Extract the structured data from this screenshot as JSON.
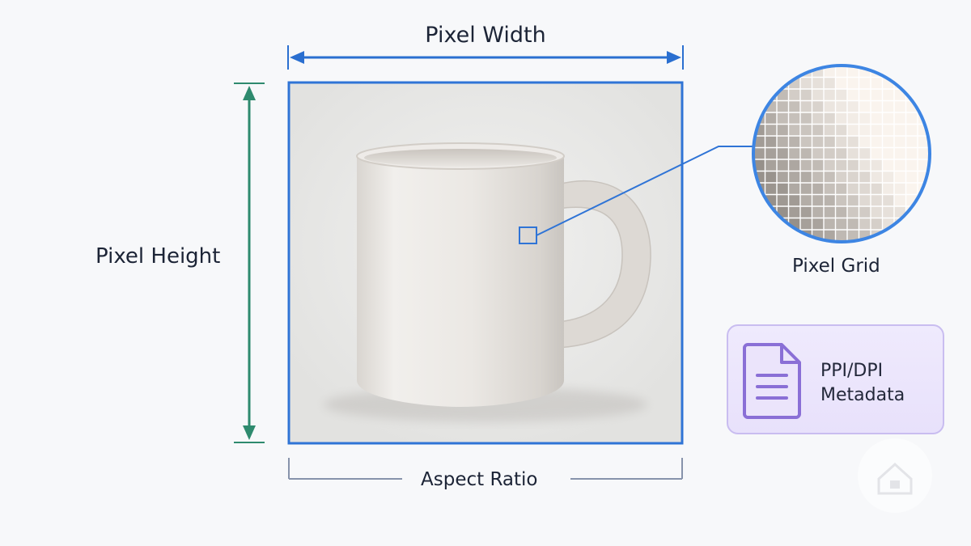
{
  "labels": {
    "pixel_width": "Pixel Width",
    "pixel_height": "Pixel Height",
    "pixel_grid": "Pixel Grid",
    "aspect_ratio": "Aspect Ratio",
    "metadata_line1": "PPI/DPI",
    "metadata_line2": "Metadata"
  },
  "colors": {
    "width_accent": "#2a6fd0",
    "height_accent": "#2e8a6e",
    "frame": "#2f74d6",
    "aspect_bracket": "#8793ab",
    "metadata_card": "#e9e3fb",
    "metadata_icon": "#8a6fd6"
  },
  "icons": {
    "metadata": "document-icon",
    "corner": "home-badge-icon"
  }
}
